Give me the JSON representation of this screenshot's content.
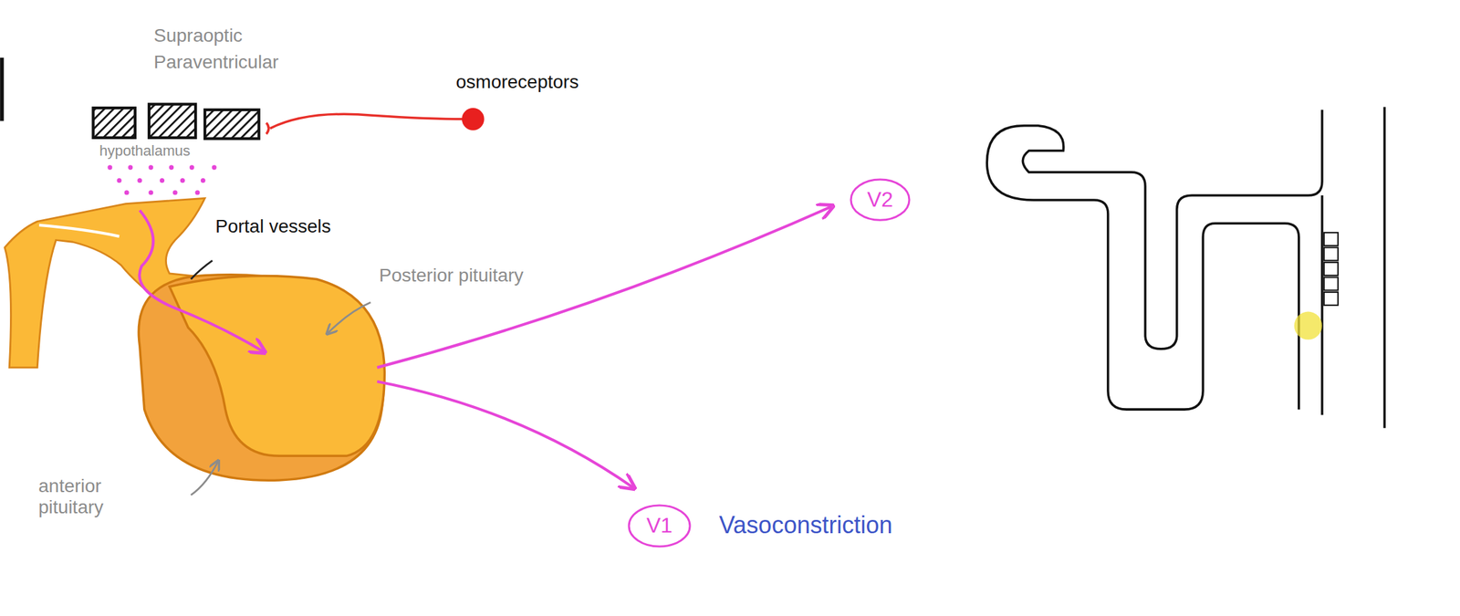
{
  "diagram": {
    "nodes": [
      {
        "text": [
          "V2"
        ]
      },
      {
        "text": [
          "V1"
        ]
      }
    ],
    "labels": [
      "Supraoptic",
      "Paraventricular",
      "hypothalamus",
      "osmoreceptors",
      "Portal vessels",
      "Posterior pituitary",
      "anterior pituitary",
      "Vasoconstriction"
    ]
  }
}
